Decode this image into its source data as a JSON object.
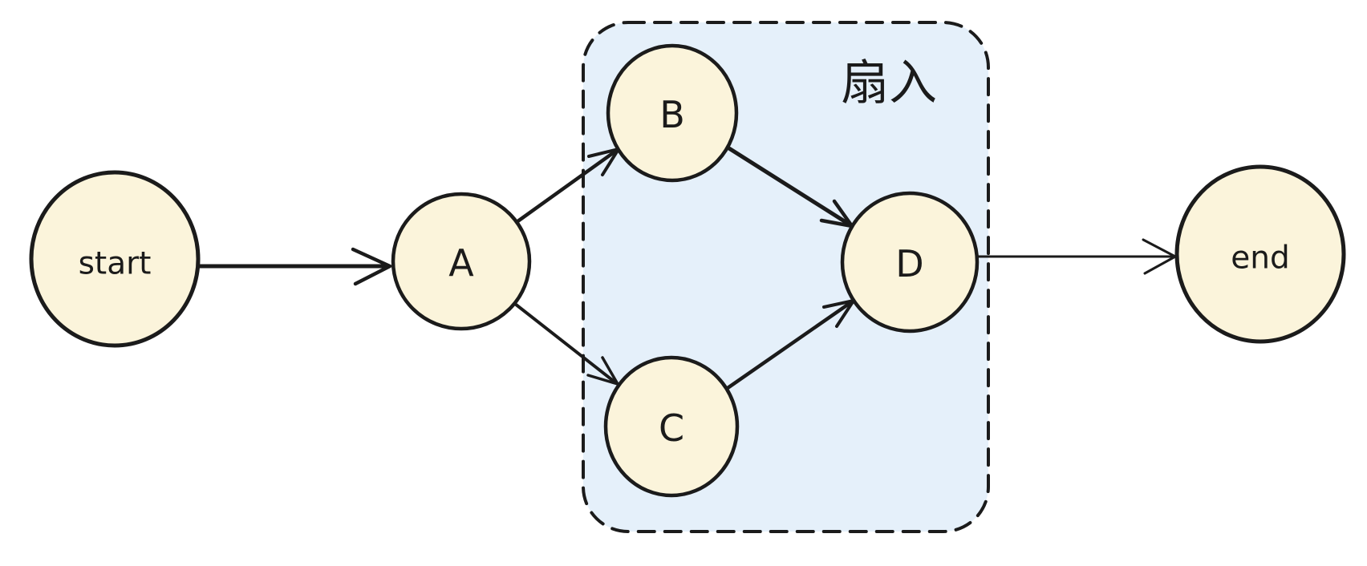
{
  "diagram": {
    "type": "flow-graph",
    "background": "#ffffff",
    "colors": {
      "node_fill": "#fbf4db",
      "node_stroke": "#1b1b1b",
      "group_fill": "#e5f0fa",
      "group_border": "#1b1b1b",
      "arrow": "#1b1b1b",
      "text": "#1b1b1b"
    },
    "nodes": {
      "start": {
        "label": "start"
      },
      "A": {
        "label": "A"
      },
      "B": {
        "label": "B"
      },
      "C": {
        "label": "C"
      },
      "D": {
        "label": "D"
      },
      "end": {
        "label": "end"
      }
    },
    "edges": [
      {
        "from": "start",
        "to": "A"
      },
      {
        "from": "A",
        "to": "B"
      },
      {
        "from": "A",
        "to": "C"
      },
      {
        "from": "B",
        "to": "D"
      },
      {
        "from": "C",
        "to": "D"
      },
      {
        "from": "D",
        "to": "end"
      }
    ],
    "group": {
      "label": "扇入",
      "members": [
        "B",
        "C",
        "D"
      ],
      "border_style": "dashed"
    }
  }
}
